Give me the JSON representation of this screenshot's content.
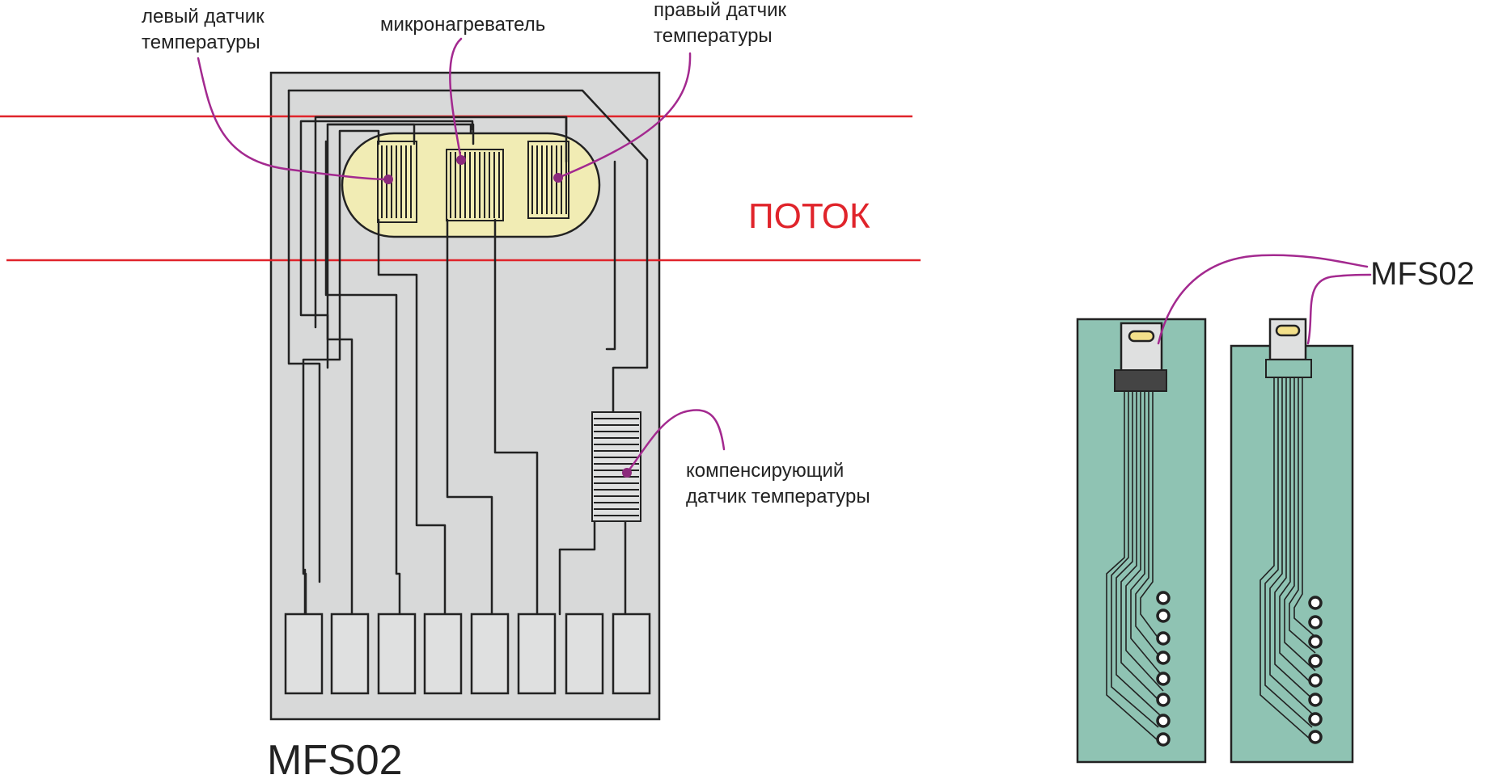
{
  "labels": {
    "left_sensor_line1": "левый датчик",
    "left_sensor_line2": "температуры",
    "heater": "микронагреватель",
    "right_sensor_line1": "правый датчик",
    "right_sensor_line2": "температуры",
    "flow": "ПОТОК",
    "comp_line1": "компенсирующий",
    "comp_line2": "датчик температуры",
    "chip_name": "MFS02",
    "board_name": "MFS02"
  },
  "colors": {
    "flow_lines": "#e0242b",
    "leader_lines": "#a3298f",
    "heater_zone": "#f1ecb4",
    "chip_body": "#d8d9d9",
    "board": "#8fc3b3",
    "connector_pad": "#f3e08a"
  },
  "counts": {
    "chip_contact_pads": 8,
    "board_vias_per_board": 8
  }
}
